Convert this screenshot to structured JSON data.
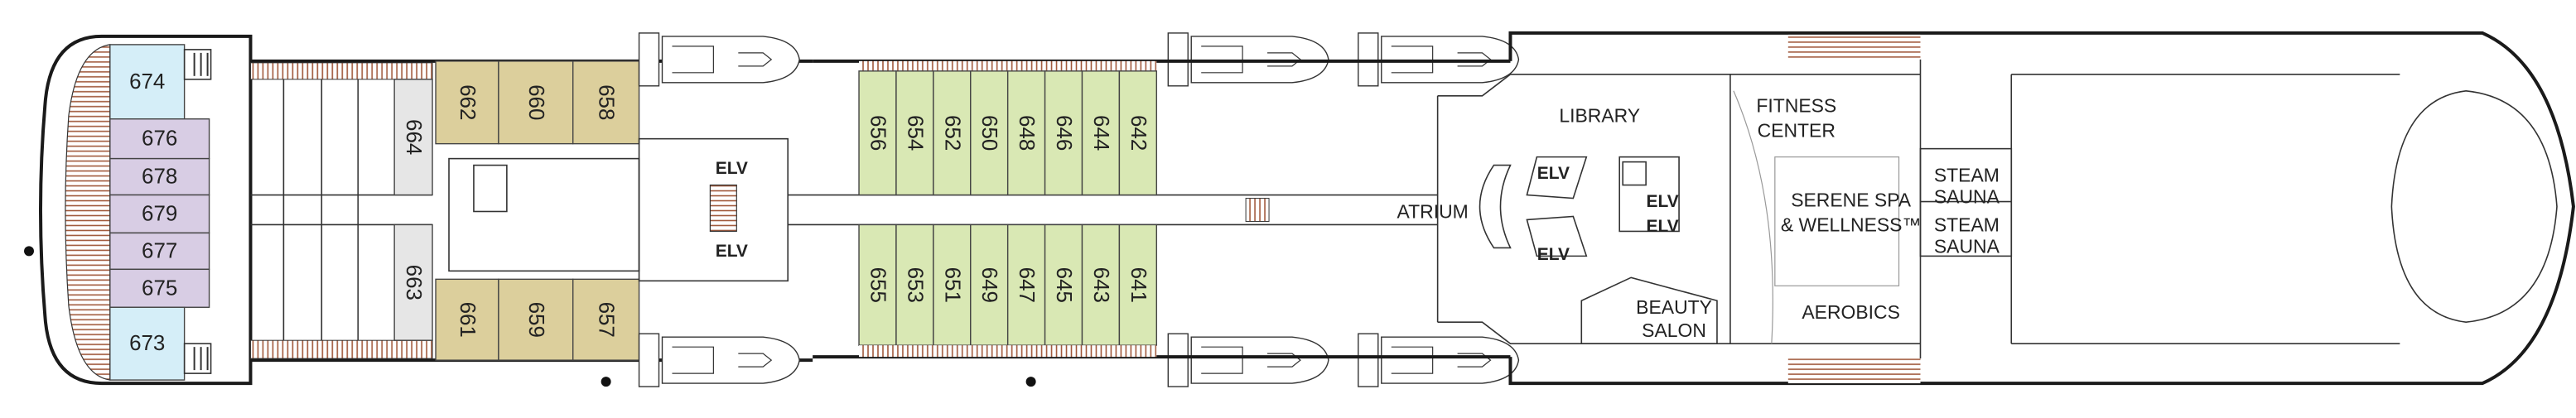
{
  "deck": {
    "colors": {
      "blue": "#d5eef8",
      "purple": "#d8cde4",
      "tan": "#dccf9c",
      "green": "#d9e8b4",
      "grey": "#e6e6e6",
      "wood": "#a0583a"
    },
    "stern_cabins": [
      {
        "number": "674",
        "cat": "blue"
      },
      {
        "number": "676",
        "cat": "purple"
      },
      {
        "number": "678",
        "cat": "purple"
      },
      {
        "number": "679",
        "cat": "purple"
      },
      {
        "number": "677",
        "cat": "purple"
      },
      {
        "number": "675",
        "cat": "purple"
      },
      {
        "number": "673",
        "cat": "blue"
      }
    ],
    "grey_cabins": [
      {
        "number": "664"
      },
      {
        "number": "663"
      }
    ],
    "aft_top_cabins": [
      {
        "number": "662"
      },
      {
        "number": "660"
      },
      {
        "number": "658"
      }
    ],
    "aft_bottom_cabins": [
      {
        "number": "661"
      },
      {
        "number": "659"
      },
      {
        "number": "657"
      }
    ],
    "mid_top_cabins": [
      "656",
      "654",
      "652",
      "650",
      "648",
      "646",
      "644",
      "642"
    ],
    "mid_bottom_cabins": [
      "655",
      "653",
      "651",
      "649",
      "647",
      "645",
      "643",
      "641"
    ],
    "elevators": {
      "aft_1": "ELV",
      "aft_2": "ELV",
      "atrium_1": "ELV",
      "atrium_2": "ELV",
      "lib_1": "ELV",
      "lib_2": "ELV"
    },
    "venues": {
      "atrium": "ATRIUM",
      "library": "LIBRARY",
      "fitness_1": "FITNESS",
      "fitness_2": "CENTER",
      "spa_1": "SERENE SPA",
      "spa_2": "& WELLNESS™",
      "aerobics": "AEROBICS",
      "beauty_1": "BEAUTY",
      "beauty_2": "SALON",
      "steam1_1": "STEAM",
      "steam1_2": "SAUNA",
      "steam2_1": "STEAM",
      "steam2_2": "SAUNA"
    }
  }
}
